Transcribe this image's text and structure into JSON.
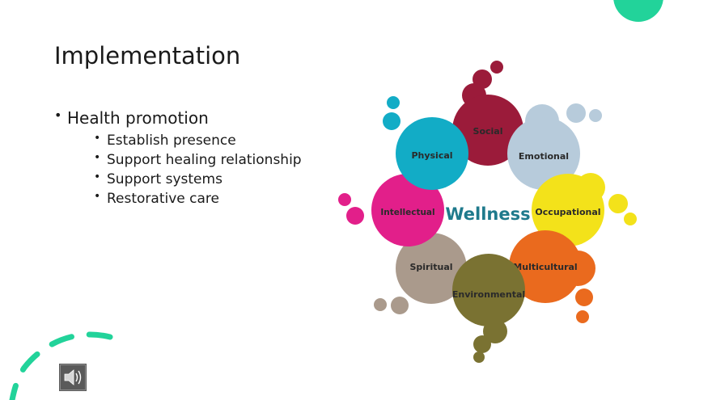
{
  "slide": {
    "title": "Implementation",
    "bullets": [
      {
        "text": "Health promotion",
        "sub": [
          "Establish presence",
          "Support healing relationship",
          "Support systems",
          "Restorative care"
        ]
      }
    ]
  },
  "diagram": {
    "center_label": "Wellness",
    "center_color": "#1f7a8c",
    "petals": [
      {
        "label": "Social",
        "color": "#9b1b3a"
      },
      {
        "label": "Emotional",
        "color": "#b7cbdb"
      },
      {
        "label": "Occupational",
        "color": "#f3e21a"
      },
      {
        "label": "Multicultural",
        "color": "#ea6a1e"
      },
      {
        "label": "Environmental",
        "color": "#7a7232"
      },
      {
        "label": "Spiritual",
        "color": "#aa9a8c"
      },
      {
        "label": "Intellectual",
        "color": "#e21f8a"
      },
      {
        "label": "Physical",
        "color": "#12acc6"
      }
    ]
  },
  "decor": {
    "accent_color": "#22d39a",
    "icons": [
      "speaker-icon"
    ]
  }
}
